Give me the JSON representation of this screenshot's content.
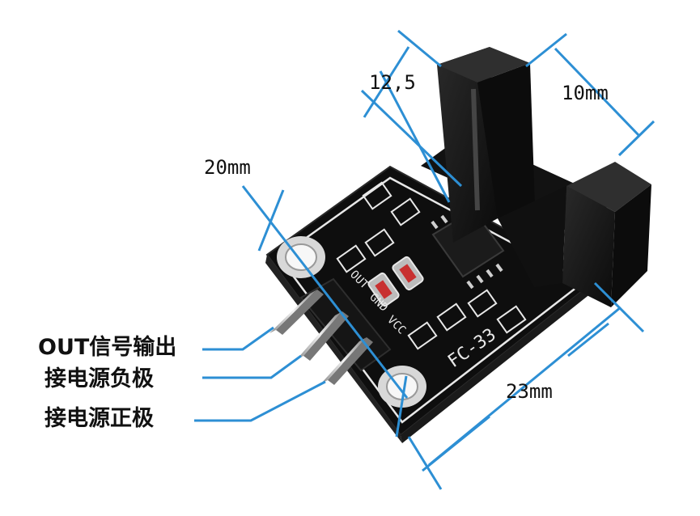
{
  "dimensions": {
    "slot_depth": "12,5",
    "sensor_width": "10mm",
    "board_height": "20mm",
    "board_length": "23mm"
  },
  "pins": [
    {
      "label": "OUT信号输出"
    },
    {
      "label": "接电源负极"
    },
    {
      "label": "接电源正极"
    }
  ],
  "board": {
    "model": "FC-33",
    "silk_labels": [
      "OUT",
      "GND",
      "VCC"
    ]
  },
  "colors": {
    "dimension_line": "#2d8fd4",
    "pcb": "#101010",
    "silkscreen": "#e8e8e8",
    "sensor_body": "#161616"
  }
}
